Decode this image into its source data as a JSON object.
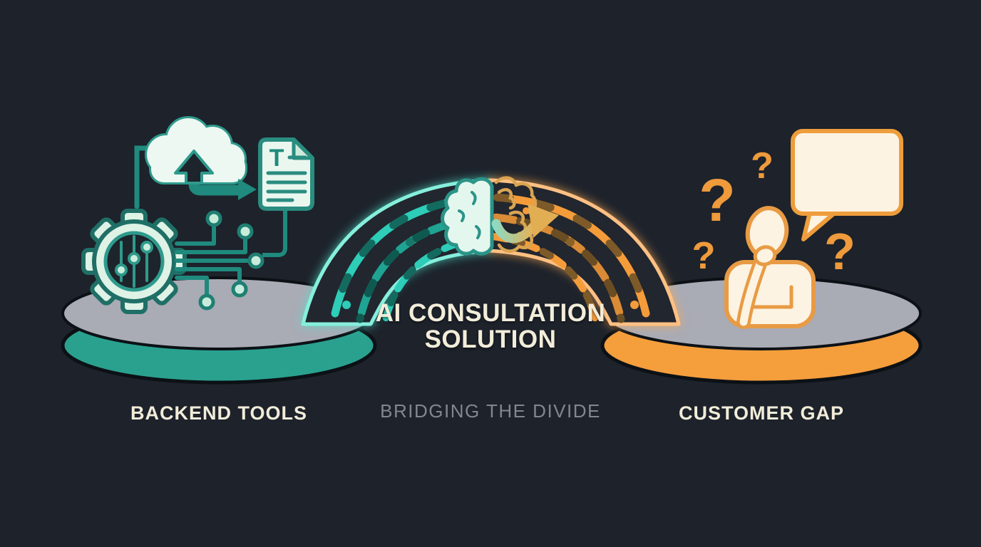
{
  "scene": {
    "title_line1": "AI CONSULTATION",
    "title_line2": "SOLUTION",
    "subtitle": "BRIDGING THE DIVIDE",
    "left_label": "BACKEND TOOLS",
    "right_label": "CUSTOMER GAP",
    "question_mark": "?",
    "document_letter": "T"
  },
  "icons": {
    "left_platform": [
      "cloud-upload-icon",
      "document-icon",
      "gear-settings-icon",
      "circuit-nodes-icon"
    ],
    "bridge": [
      "bridge-left-span",
      "bridge-right-span",
      "brain-icon",
      "bridge-arrow-icon"
    ],
    "right_platform": [
      "question-marks-icon",
      "speech-bubble-icon",
      "thinking-person-icon"
    ]
  },
  "colors": {
    "background": "#1d222b",
    "teal": "#2aa18f",
    "teal_bright": "#2dcdb8",
    "teal_glow": "#86efdc",
    "mint_fill": "#ecf8f1",
    "orange": "#f59e3c",
    "orange_glow": "#ffc083",
    "cream_fill": "#fdf3e2",
    "platform_top_gray": "#a9abb5",
    "title_text": "#f2edd9",
    "subtitle_text": "#82878f"
  }
}
